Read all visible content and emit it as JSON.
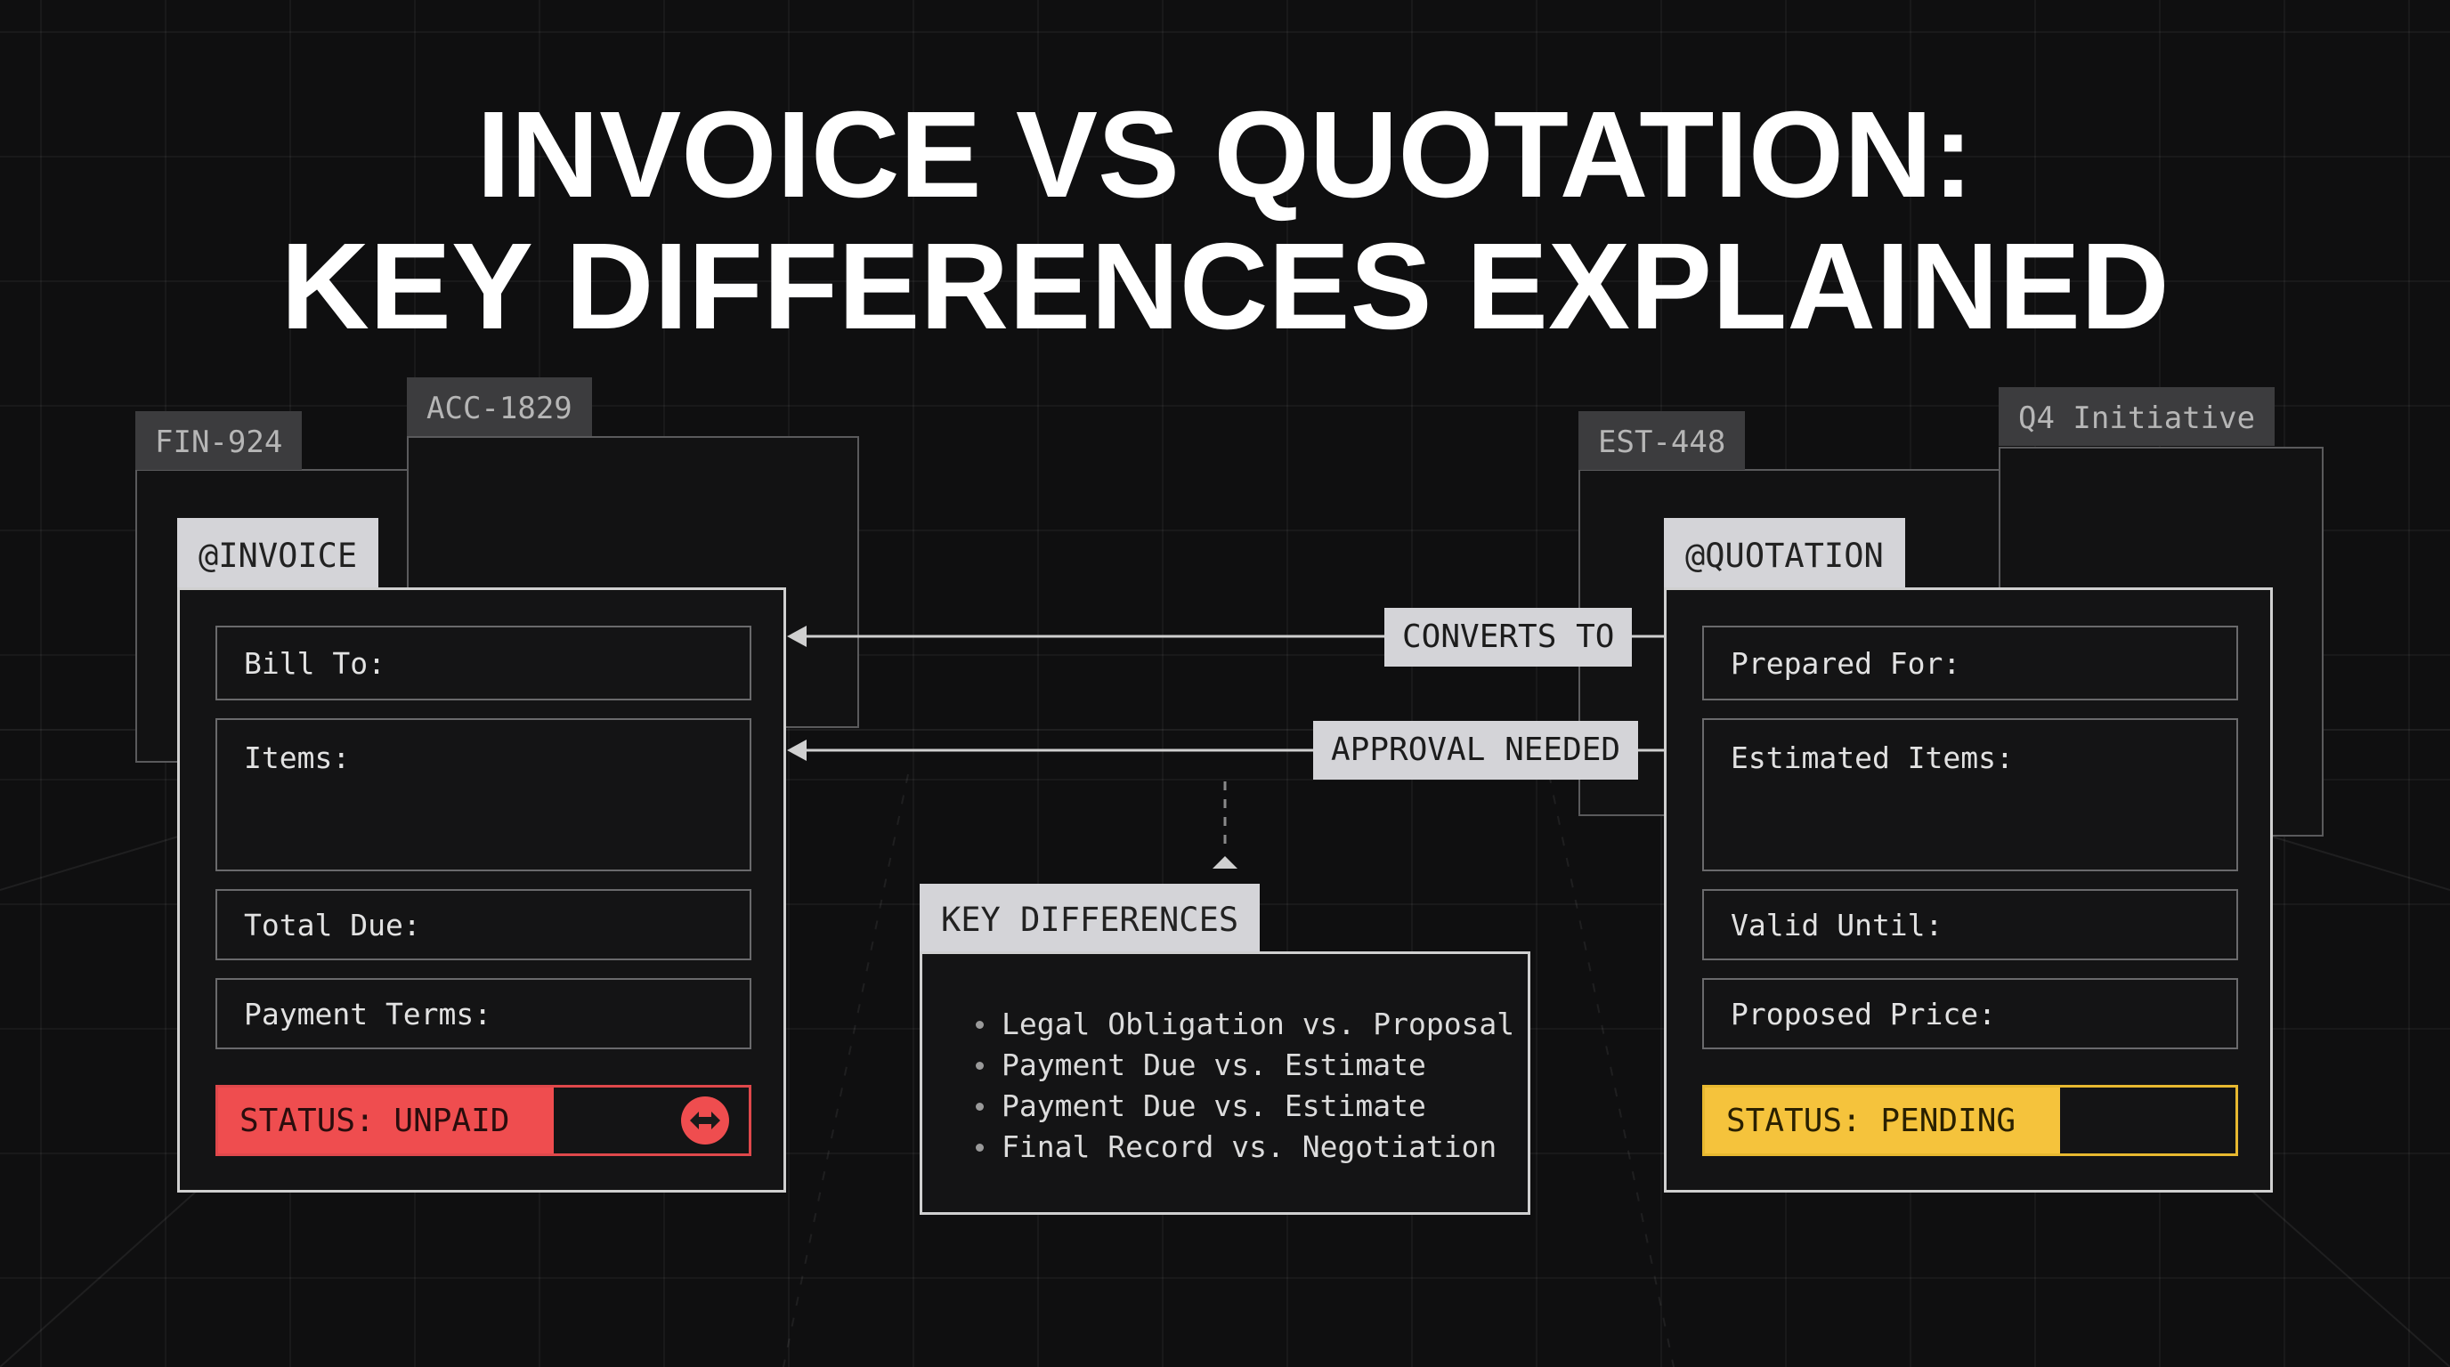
{
  "title": {
    "line1": "INVOICE VS QUOTATION:",
    "line2": "KEY DIFFERENCES EXPLAINED"
  },
  "invoice": {
    "tag_back1": "FIN-924",
    "tag_back2": "ACC-1829",
    "tab": "@INVOICE",
    "fields": [
      "Bill To:",
      "Items:",
      "Total Due:",
      "Payment Terms:"
    ],
    "status": "STATUS: UNPAID",
    "status_color": "#ef4d4f",
    "status_icon": "swap-arrows-icon"
  },
  "quotation": {
    "tag_back1": "EST-448",
    "tag_back2": "Q4 Initiative",
    "tab": "@QUOTATION",
    "fields": [
      "Prepared For:",
      "Estimated Items:",
      "Valid Until:",
      "Proposed Price:"
    ],
    "status": "STATUS: PENDING",
    "status_color": "#f5c33c"
  },
  "connectors": {
    "converts": "CONVERTS TO",
    "approval": "APPROVAL NEEDED"
  },
  "key_differences": {
    "tab": "KEY DIFFERENCES",
    "items": [
      "Legal Obligation vs. Proposal",
      "Payment Due vs. Estimate",
      "Payment Due vs. Estimate",
      "Final Record vs. Negotiation"
    ]
  }
}
